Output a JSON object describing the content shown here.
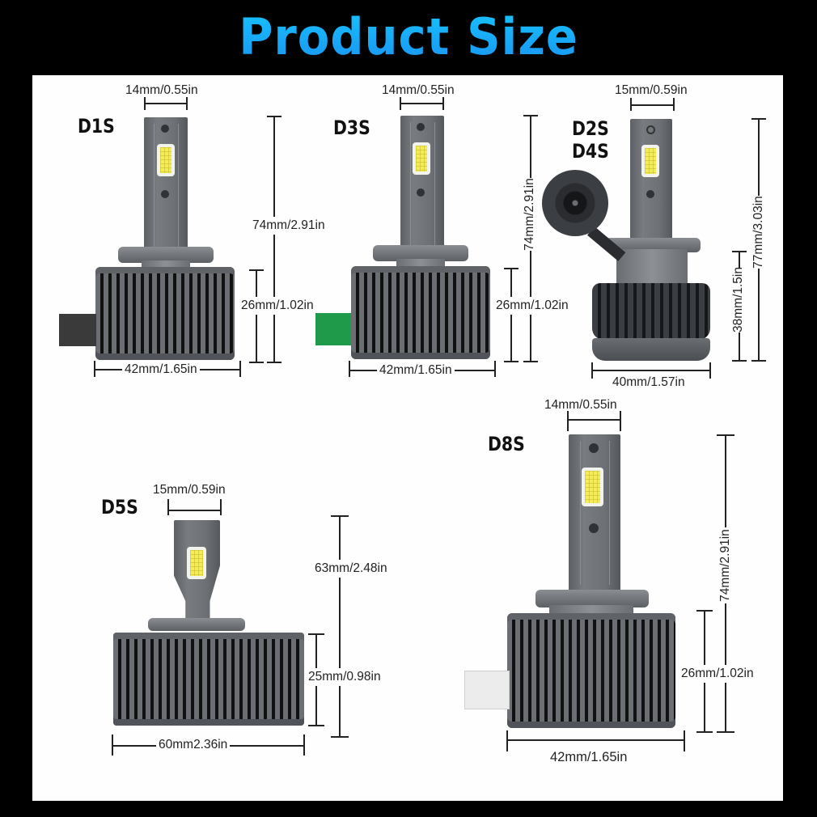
{
  "title": "Product Size",
  "colors": {
    "title_gradient_top": "#16c8ff",
    "title_gradient_bottom": "#1a8ff0",
    "background": "#000000",
    "panel": "#fefefe",
    "text": "#222222",
    "connector_d1s": "#3a3a3a",
    "connector_d3s": "#1f9a4a",
    "connector_d8s": "#e8e8e8",
    "led": "#f3ec5b"
  },
  "products": [
    {
      "model": "D1S",
      "stem_width": "14mm/0.55in",
      "total_height": "74mm/2.91in",
      "base_height": "26mm/1.02in",
      "base_width": "42mm/1.65in",
      "connector_color": "dark-gray"
    },
    {
      "model": "D3S",
      "stem_width": "14mm/0.55in",
      "total_height": "74mm/2.91in",
      "base_height": "26mm/1.02in",
      "base_width": "42mm/1.65in",
      "connector_color": "green"
    },
    {
      "model_line1": "D2S",
      "model_line2": "D4S",
      "stem_width": "15mm/0.59in",
      "total_height": "77mm/3.03in",
      "base_height": "38mm/1.5in",
      "base_width": "40mm/1.57in"
    },
    {
      "model": "D5S",
      "stem_width": "15mm/0.59in",
      "total_height": "63mm/2.48in",
      "base_height": "25mm/0.98in",
      "base_width": "60mm2.36in"
    },
    {
      "model": "D8S",
      "stem_width": "14mm/0.55in",
      "total_height": "74mm/2.91in",
      "base_height": "26mm/1.02in",
      "base_width": "42mm/1.65in",
      "connector_color": "white"
    }
  ]
}
